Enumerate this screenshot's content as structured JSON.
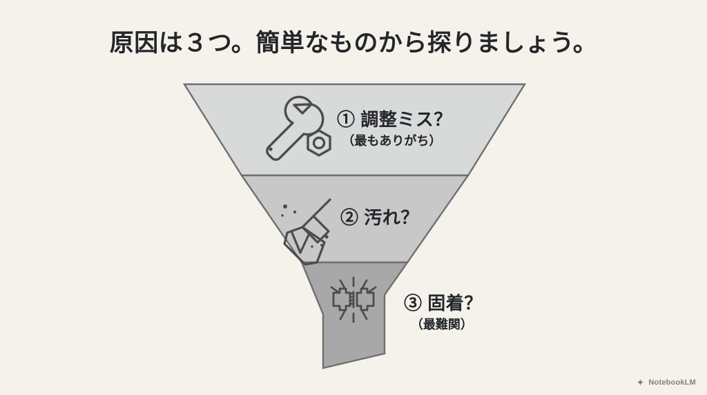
{
  "slide": {
    "title": "原因は３つ。簡単なものから探りましょう。",
    "background_color": "#f5f2ec",
    "text_color": "#23262b"
  },
  "funnel": {
    "outline_color": "#6e6f70",
    "sections": [
      {
        "id": "section-1",
        "number": "①",
        "label": "① 調整ミス？",
        "sublabel": "（最もありがち）",
        "icon": "wrench-and-nut-icon",
        "fill_color": "#d8d9d9"
      },
      {
        "id": "section-2",
        "number": "②",
        "label": "② 汚れ？",
        "sublabel": "",
        "icon": "broom-icon",
        "fill_color": "#c7c8c7"
      },
      {
        "id": "section-3",
        "number": "③",
        "label": "③ 固着？",
        "sublabel": "（最難関）",
        "icon": "seized-bolt-icon",
        "fill_color": "#a8a8a8"
      }
    ]
  },
  "watermark": {
    "label": "NotebookLM",
    "icon": "notebooklm-logo-icon"
  }
}
